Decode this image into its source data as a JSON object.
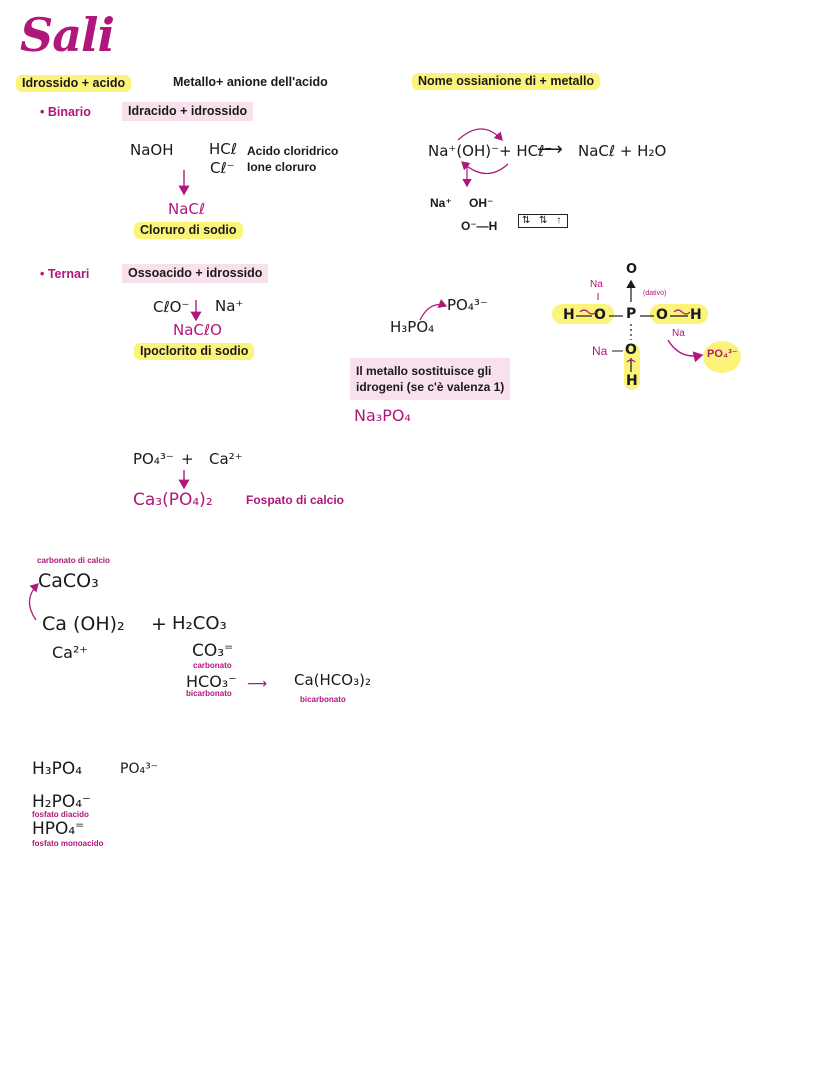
{
  "title": "Sali",
  "header": {
    "col1": "Idrossido + acido",
    "col2": "Metallo+ anione dell'acido",
    "col3": "Nome ossianione di + metallo"
  },
  "binario": {
    "bullet": "• Binario",
    "box": "Idracido + idrossido",
    "naoh": "NaOH",
    "hcl": "HCℓ",
    "cl": "Cℓ⁻",
    "hcl_name": "Acido cloridrico",
    "cl_name": "Ione cloruro",
    "product": "NaCℓ",
    "product_name": "Cloruro di sodio",
    "eq_left": "Na⁺(OH)⁻+ HCℓ⁻",
    "eq_arrow": "⟶",
    "eq_right": "NaCℓ + H₂O",
    "na_ion": "Na⁺",
    "oh_ion": "OH⁻",
    "oh_bond": "O⁻—H",
    "orbitals": "⇅ ⇅ ↑"
  },
  "ternari": {
    "bullet": "• Ternari",
    "box": "Ossoacido + idrossido",
    "clo": "CℓO⁻",
    "na": "Na⁺",
    "product": "NaCℓO",
    "product_name": "Ipoclorito di sodio",
    "h3po4": "H₃PO₄",
    "po4": "PO₄³⁻",
    "note": [
      "Il metallo sostituisce gli",
      "idrogeni (se c'è valenza 1)"
    ],
    "na3po4": "Na₃PO₄",
    "struct": {
      "o_top": "O",
      "p": "P",
      "o_left": "O",
      "o_right": "O",
      "o_bottom": "O",
      "h_left": "H",
      "h_right": "H",
      "h_bottom": "H",
      "na_top": "Na",
      "na_right": "Na",
      "na_bottom": "Na",
      "dativo": "(dativo)",
      "po4_badge": "PO₄³⁻"
    }
  },
  "fosfato": {
    "po4": "PO₄³⁻",
    "plus": "+",
    "ca": "Ca²⁺",
    "product": "Ca₃(PO₄)₂",
    "product_name": "Fospato di calcio"
  },
  "carbonato": {
    "label": "carbonato di calcio",
    "caco3": "CaCO₃",
    "caoh2": "Ca (OH)₂",
    "plus": "+",
    "h2co3": "H₂CO₃",
    "ca2": "Ca²⁺",
    "co3": "CO₃⁼",
    "co3_label": "carbonato",
    "hco3": "HCO₃⁻",
    "hco3_label": "bicarbonato",
    "arrow": "⟶",
    "ca_hco3": "Ca(HCO₃)₂",
    "ca_hco3_label": "bicarbonato"
  },
  "fosfati": {
    "h3po4": "H₃PO₄",
    "po4": "PO₄³⁻",
    "h2po4": "H₂PO₄⁻",
    "h2po4_label": "fosfato diacido",
    "hpo4": "HPO₄⁼",
    "hpo4_label": "fosfato monoacido"
  }
}
